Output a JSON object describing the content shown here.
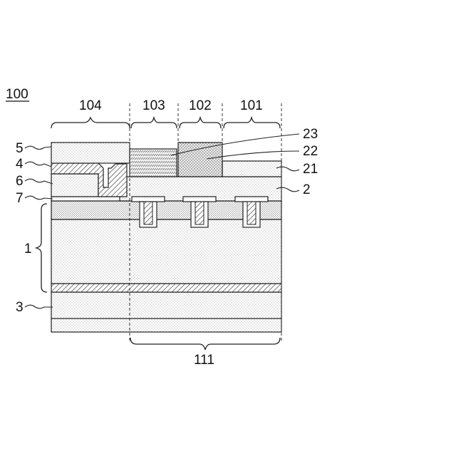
{
  "figure": {
    "label": "100",
    "regions": {
      "r104": "104",
      "r103": "103",
      "r102": "102",
      "r101": "101",
      "r111": "111"
    },
    "left_labels": {
      "l5": "5",
      "l4": "4",
      "l6": "6",
      "l7": "7",
      "l1": "1",
      "l3": "3"
    },
    "right_labels": {
      "l23": "23",
      "l22": "22",
      "l21": "21",
      "l2": "2"
    }
  }
}
